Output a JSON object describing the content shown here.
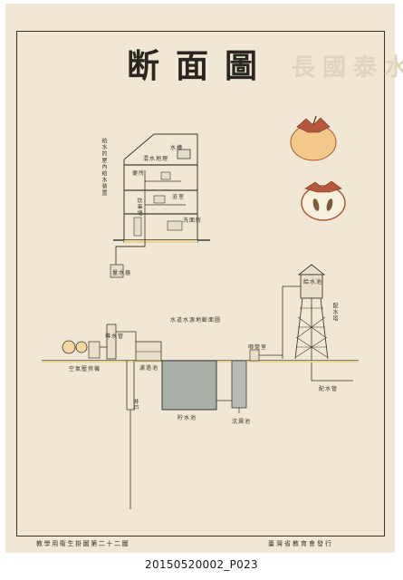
{
  "poster": {
    "title": "断面圖",
    "watermark": "長國泰水"
  },
  "labels": {
    "house_heading": "給水的屋內給水装置",
    "waterworks_heading": "水道水源地斷面圖",
    "water_tower": "配水塔",
    "tower_tank": "給水池",
    "compressor": "空氣壓搾機",
    "filter": "濾過池",
    "reservoir": "貯水池",
    "well": "井戸",
    "settling": "沈澱池",
    "distribution_pipe": "配水管",
    "pump_house": "喞筒室",
    "well_pipe": "導水管",
    "inlet": "混水地理",
    "upper_tank": "水槽",
    "toilet": "便所",
    "bath": "浴室",
    "kitchen": "炊事場",
    "basin": "洗面所",
    "meter": "量水器"
  },
  "footer": {
    "left": "教學用衛生掛圖第二十二圖",
    "right": "臺灣省教育會發行"
  },
  "caption": "20150520002_P023"
}
